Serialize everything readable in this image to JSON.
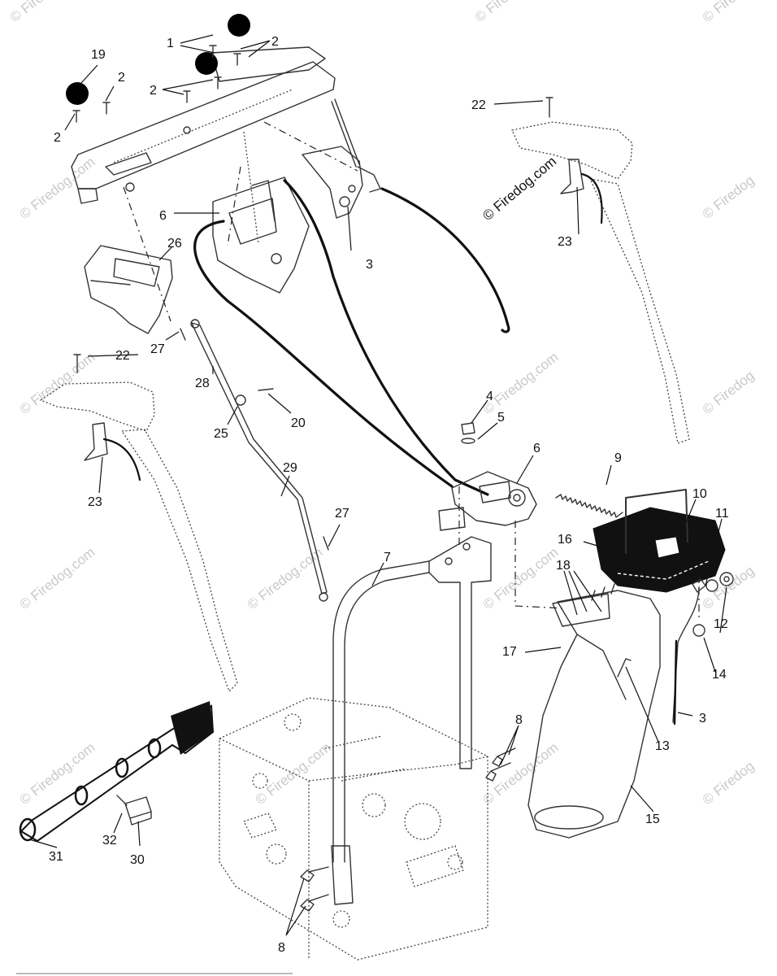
{
  "diagram": {
    "labels": {
      "p1": "1",
      "p2a": "2",
      "p2b": "2",
      "p2c": "2",
      "p2d": "2",
      "p3a": "3",
      "p3b": "3",
      "p4": "4",
      "p5": "5",
      "p6a": "6",
      "p6b": "6",
      "p7": "7",
      "p8a": "8",
      "p8b": "8",
      "p9": "9",
      "p10": "10",
      "p11": "11",
      "p12": "12",
      "p13": "13",
      "p14": "14",
      "p15": "15",
      "p16": "16",
      "p17": "17",
      "p18": "18",
      "p19": "19",
      "p20": "20",
      "p22a": "22",
      "p22b": "22",
      "p23a": "23",
      "p23b": "23",
      "p25": "25",
      "p26": "26",
      "p27a": "27",
      "p27b": "27",
      "p28": "28",
      "p29": "29",
      "p30": "30",
      "p31": "31",
      "p32": "32"
    },
    "watermark": "© Firedog.com",
    "watermark_short": "© Firedog"
  },
  "colors": {
    "line": "#333333",
    "cable": "#111111",
    "knob": "#000000",
    "watermark": "#c9c9c9"
  }
}
